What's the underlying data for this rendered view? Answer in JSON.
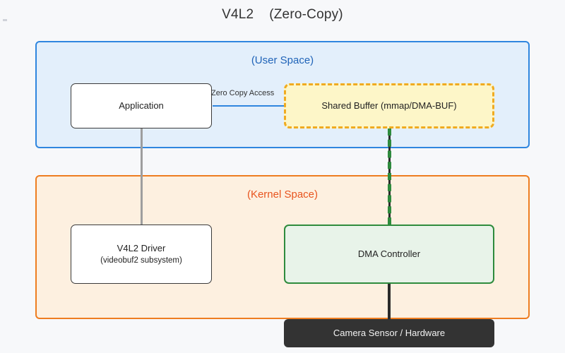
{
  "diagram": {
    "title": "V4L2    (Zero-Copy)",
    "background_color": "#f7f8fa"
  },
  "zones": [
    {
      "id": "user-space",
      "label": "(User Space)",
      "border_color": "#2f86df",
      "fill_color": "#e3effb"
    },
    {
      "id": "kernel-space",
      "label": "(Kernel Space)",
      "border_color": "#ee7d20",
      "fill_color": "#fdf0e0"
    }
  ],
  "nodes": [
    {
      "id": "application",
      "title": "Application",
      "subtitle": "",
      "border_color": "#3a3a3a",
      "fill_color": "#ffffff"
    },
    {
      "id": "shared-buffer",
      "title": "Shared Buffer (mmap/DMA-BUF)",
      "subtitle": "",
      "border_color": "#f0ab20",
      "fill_color": "#fdf6c8"
    },
    {
      "id": "v4l2-driver",
      "title": "V4L2 Driver",
      "subtitle": "(videobuf2 subsystem)",
      "border_color": "#3a3a3a",
      "fill_color": "#ffffff"
    },
    {
      "id": "dma-controller",
      "title": "DMA Controller",
      "subtitle": "",
      "border_color": "#2e8b3d",
      "fill_color": "#e8f3e9"
    },
    {
      "id": "camera-sensor",
      "title": "Camera Sensor / Hardware",
      "subtitle": "",
      "border_color": "#333333",
      "fill_color": "#333333"
    }
  ],
  "connectors": [
    {
      "id": "application-to-v4l2-driver",
      "label": "",
      "style": "solid",
      "color": "#9e9e9e"
    },
    {
      "id": "application-to-shared-buffer",
      "label": "Zero Copy Access",
      "style": "solid",
      "color": "#2f86df"
    },
    {
      "id": "shared-buffer-to-dma-controller",
      "label": "",
      "style": "dashed",
      "color": "#2e8b3d"
    },
    {
      "id": "dma-controller-to-camera-sensor",
      "label": "",
      "style": "solid",
      "color": "#2b2b2b"
    }
  ]
}
